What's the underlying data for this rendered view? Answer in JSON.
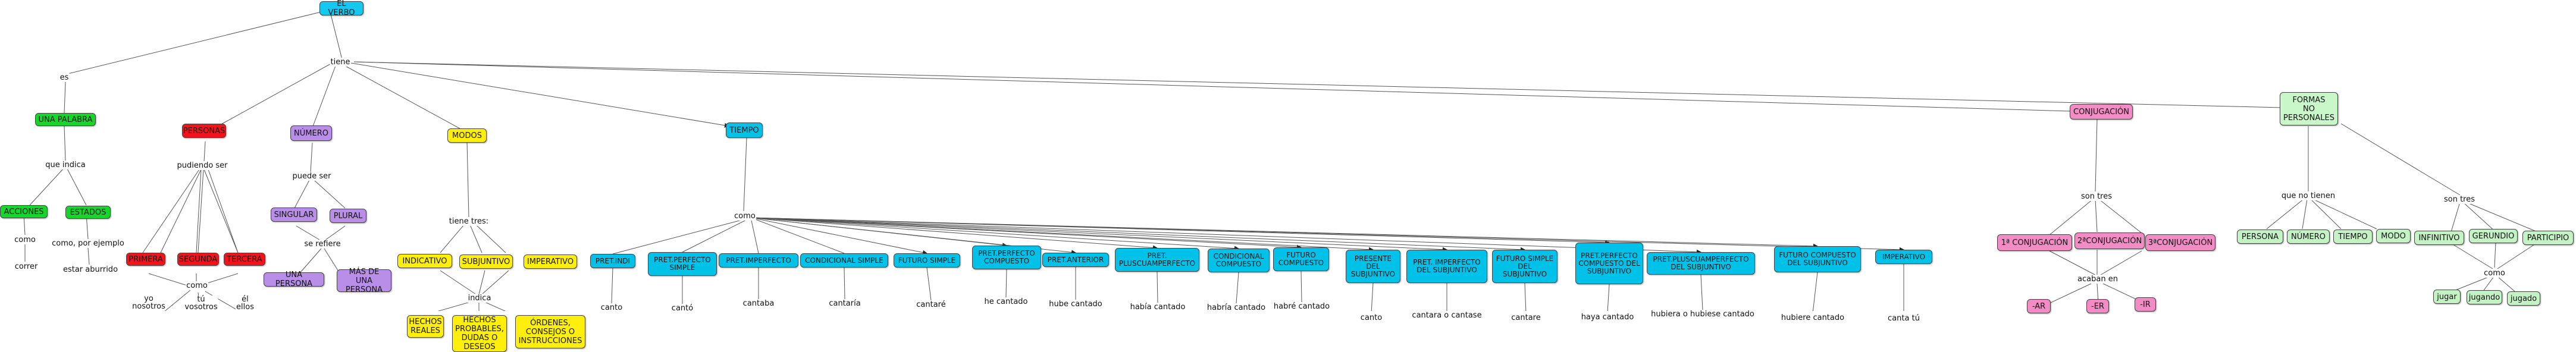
{
  "root": "EL VERBO",
  "links": {
    "es": "es",
    "tiene": "tiene",
    "que_indica": "que indica",
    "como": "como",
    "como_por_ejemplo": "como, por ejemplo",
    "pudiendo_ser": "pudiendo ser",
    "puede_ser": "puede ser",
    "se_refiere": "se refiere",
    "tiene_tres": "tiene tres:",
    "indica": "indica",
    "como_tiempo": "como",
    "son_tres": "son tres",
    "acaban_en": "acaban en",
    "no_tienen": "que no tienen",
    "son_tres_formas": "son tres",
    "como_formas": "como"
  },
  "nodes": {
    "una_palabra": "UNA PALABRA",
    "acciones": "ACCIONES",
    "estados": "ESTADOS",
    "correr": "correr",
    "estar_aburrido": "estar aburrido",
    "personas": "PERSONAS",
    "primera": "PRIMERA",
    "segunda": "SEGUNDA",
    "tercera": "TERCERA",
    "yo_nosotros": "yo\nnosotros",
    "tu_vosotros": "tú\nvosotros",
    "el_ellos": "él\nellos",
    "numero": "NÚMERO",
    "singular": "SINGULAR",
    "plural": "PLURAL",
    "una_persona": "UNA PERSONA",
    "mas_de_una": "MÁS DE UNA PERSONA",
    "modos": "MODOS",
    "indicativo": "INDICATIVO",
    "subjuntivo": "SUBJUNTIVO",
    "imperativo_modo": "IMPERATIVO",
    "hechos_reales": "HECHOS REALES",
    "hechos_probables": "HECHOS PROBABLES, DUDAS O DESEOS",
    "ordenes": "ÓRDENES, CONSEJOS O INSTRUCCIONES",
    "tiempo": "TIEMPO",
    "conjugacion": "CONJUGACIÓN",
    "c1": "1ª CONJUGACIÓN",
    "c2": "2ªCONJUGACIÓN",
    "c3": "3ªCONJUGACIÓN",
    "ar": "-AR",
    "er": "-ER",
    "ir": "-IR",
    "formas": "FORMAS\nNO\nPERSONALES",
    "persona_f": "PERSONA",
    "numero_f": "NÚMERO",
    "tiempo_f": "TIEMPO",
    "modo_f": "MODO",
    "infinitivo": "INFINITIVO",
    "gerundio": "GERUNDIO",
    "participio": "PARTICIPIO",
    "jugar": "jugar",
    "jugando": "jugando",
    "jugado": "jugado"
  },
  "tenses": [
    {
      "label": "PRET.INDI",
      "example": "canto"
    },
    {
      "label": "PRET.PERFECTO SIMPLE",
      "example": "cantó"
    },
    {
      "label": "PRET.IMPERFECTO",
      "example": "cantaba"
    },
    {
      "label": "CONDICIONAL SIMPLE",
      "example": "cantaría"
    },
    {
      "label": "FUTURO SIMPLE",
      "example": "cantaré"
    },
    {
      "label": "PRET.PERFECTO COMPUESTO",
      "example": "he cantado"
    },
    {
      "label": "PRET.ANTERIOR",
      "example": "hube cantado"
    },
    {
      "label": "PRET. PLUSCUAMPERFECTO",
      "example": "había cantado"
    },
    {
      "label": "CONDICIONAL COMPUESTO",
      "example": "habría cantado"
    },
    {
      "label": "FUTURO COMPUESTO",
      "example": "habré cantado"
    },
    {
      "label": "PRESENTE DEL SUBJUNTIVO",
      "example": "canto"
    },
    {
      "label": "PRET. IMPERFECTO DEL SUBJUNTIVO",
      "example": "cantara o cantase"
    },
    {
      "label": "FUTURO SIMPLE DEL SUBJUNTIVO",
      "example": "cantare"
    },
    {
      "label": "PRET.PERFECTO COMPUESTO DEL SUBJUNTIVO",
      "example": "haya cantado"
    },
    {
      "label": "PRET.PLUSCUAMPERFECTO DEL SUBJUNTIVO",
      "example": "hubiera o hubiese cantado"
    },
    {
      "label": "FUTURO COMPUESTO DEL SUBJUNTIVO",
      "example": "hubiere cantado"
    },
    {
      "label": "IMPERATIVO",
      "example": "canta tú"
    }
  ],
  "colors": {
    "root": "#14c8f0",
    "palabra": "#16d62c",
    "personas": "#f2141a",
    "numero": "#b98ee8",
    "modos": "#ffef0a",
    "tiempo": "#00c2e8",
    "conjugacion": "#f28cc4",
    "formas": "#c9f7c9",
    "line": "#555555"
  }
}
